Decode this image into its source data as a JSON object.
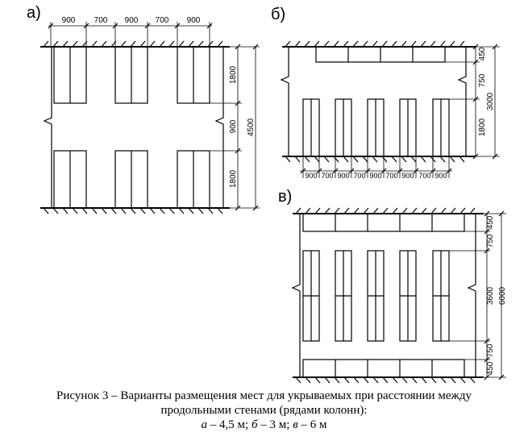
{
  "panels": {
    "a": {
      "label": "а)",
      "top_dims": [
        "900",
        "700",
        "900",
        "700",
        "900"
      ],
      "right_dims": [
        "1800",
        "900",
        "1800"
      ],
      "overall": "4500"
    },
    "b": {
      "label": "б)",
      "right_dims": [
        "450",
        "750",
        "1800"
      ],
      "overall": "3000",
      "bottom_dims": [
        "900",
        "700",
        "900",
        "700",
        "900",
        "700",
        "900",
        "700",
        "900"
      ]
    },
    "v": {
      "label": "в)",
      "right_dims": [
        "450",
        "750",
        "3600",
        "750",
        "450"
      ],
      "overall": "6000"
    }
  },
  "caption": {
    "line1": "Рисунок 3 – Варианты размещения мест для укрываемых при расстоянии между",
    "line2": "продольными стенами (рядами колонн):",
    "a_key": "а",
    "a_val": " – 4,5 м; ",
    "b_key": "б",
    "b_val": " – 3 м; ",
    "v_key": "в",
    "v_val": " – 6 м"
  }
}
